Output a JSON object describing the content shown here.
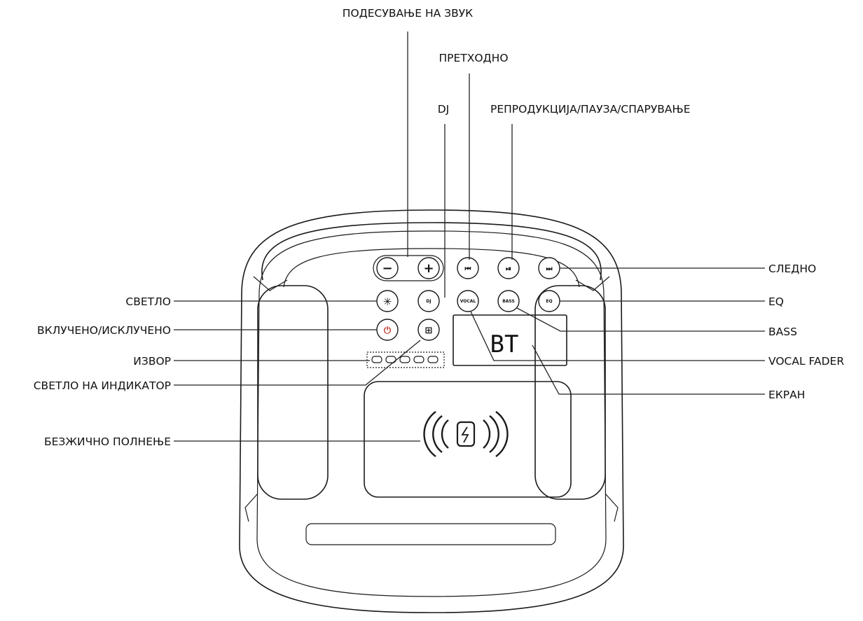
{
  "labels": {
    "volume": "ПОДЕСУВАЊЕ НА ЗВУК",
    "previous": "ПРЕТХОДНО",
    "dj": "DJ",
    "play_pause_pair": "РЕПРОДУКЦИЈА/ПАУЗА/СПАРУВАЊЕ",
    "next": "СЛЕДНО",
    "eq": "EQ",
    "bass": "BASS",
    "vocal_fader": "VOCAL FADER",
    "screen": "ЕКРАН",
    "light": "СВЕТЛО",
    "power": "ВКЛУЧЕНО/ИСКЛУЧЕНО",
    "source": "ИЗВОР",
    "indicator_light": "СВЕТЛО НА ИНДИКАТОР",
    "wireless_charging": "БЕЗЖИЧНО ПОЛНЕЊЕ"
  },
  "buttons": {
    "minus": "−",
    "plus": "+",
    "prev": "⏮",
    "play": "⏯",
    "next": "⏭",
    "light": "✳",
    "dj": "DJ",
    "vocal": "VOCAL",
    "bass": "BASS",
    "eq": "EQ",
    "power": "⏻",
    "source": "⊞"
  },
  "display": {
    "text": "BT"
  },
  "icons": {
    "wireless_charging": "wireless-charging-icon",
    "power": "power-icon",
    "light": "light-icon",
    "source": "source-icon"
  },
  "colors": {
    "line": "#1a1a1a",
    "power_accent": "#c0392b"
  }
}
